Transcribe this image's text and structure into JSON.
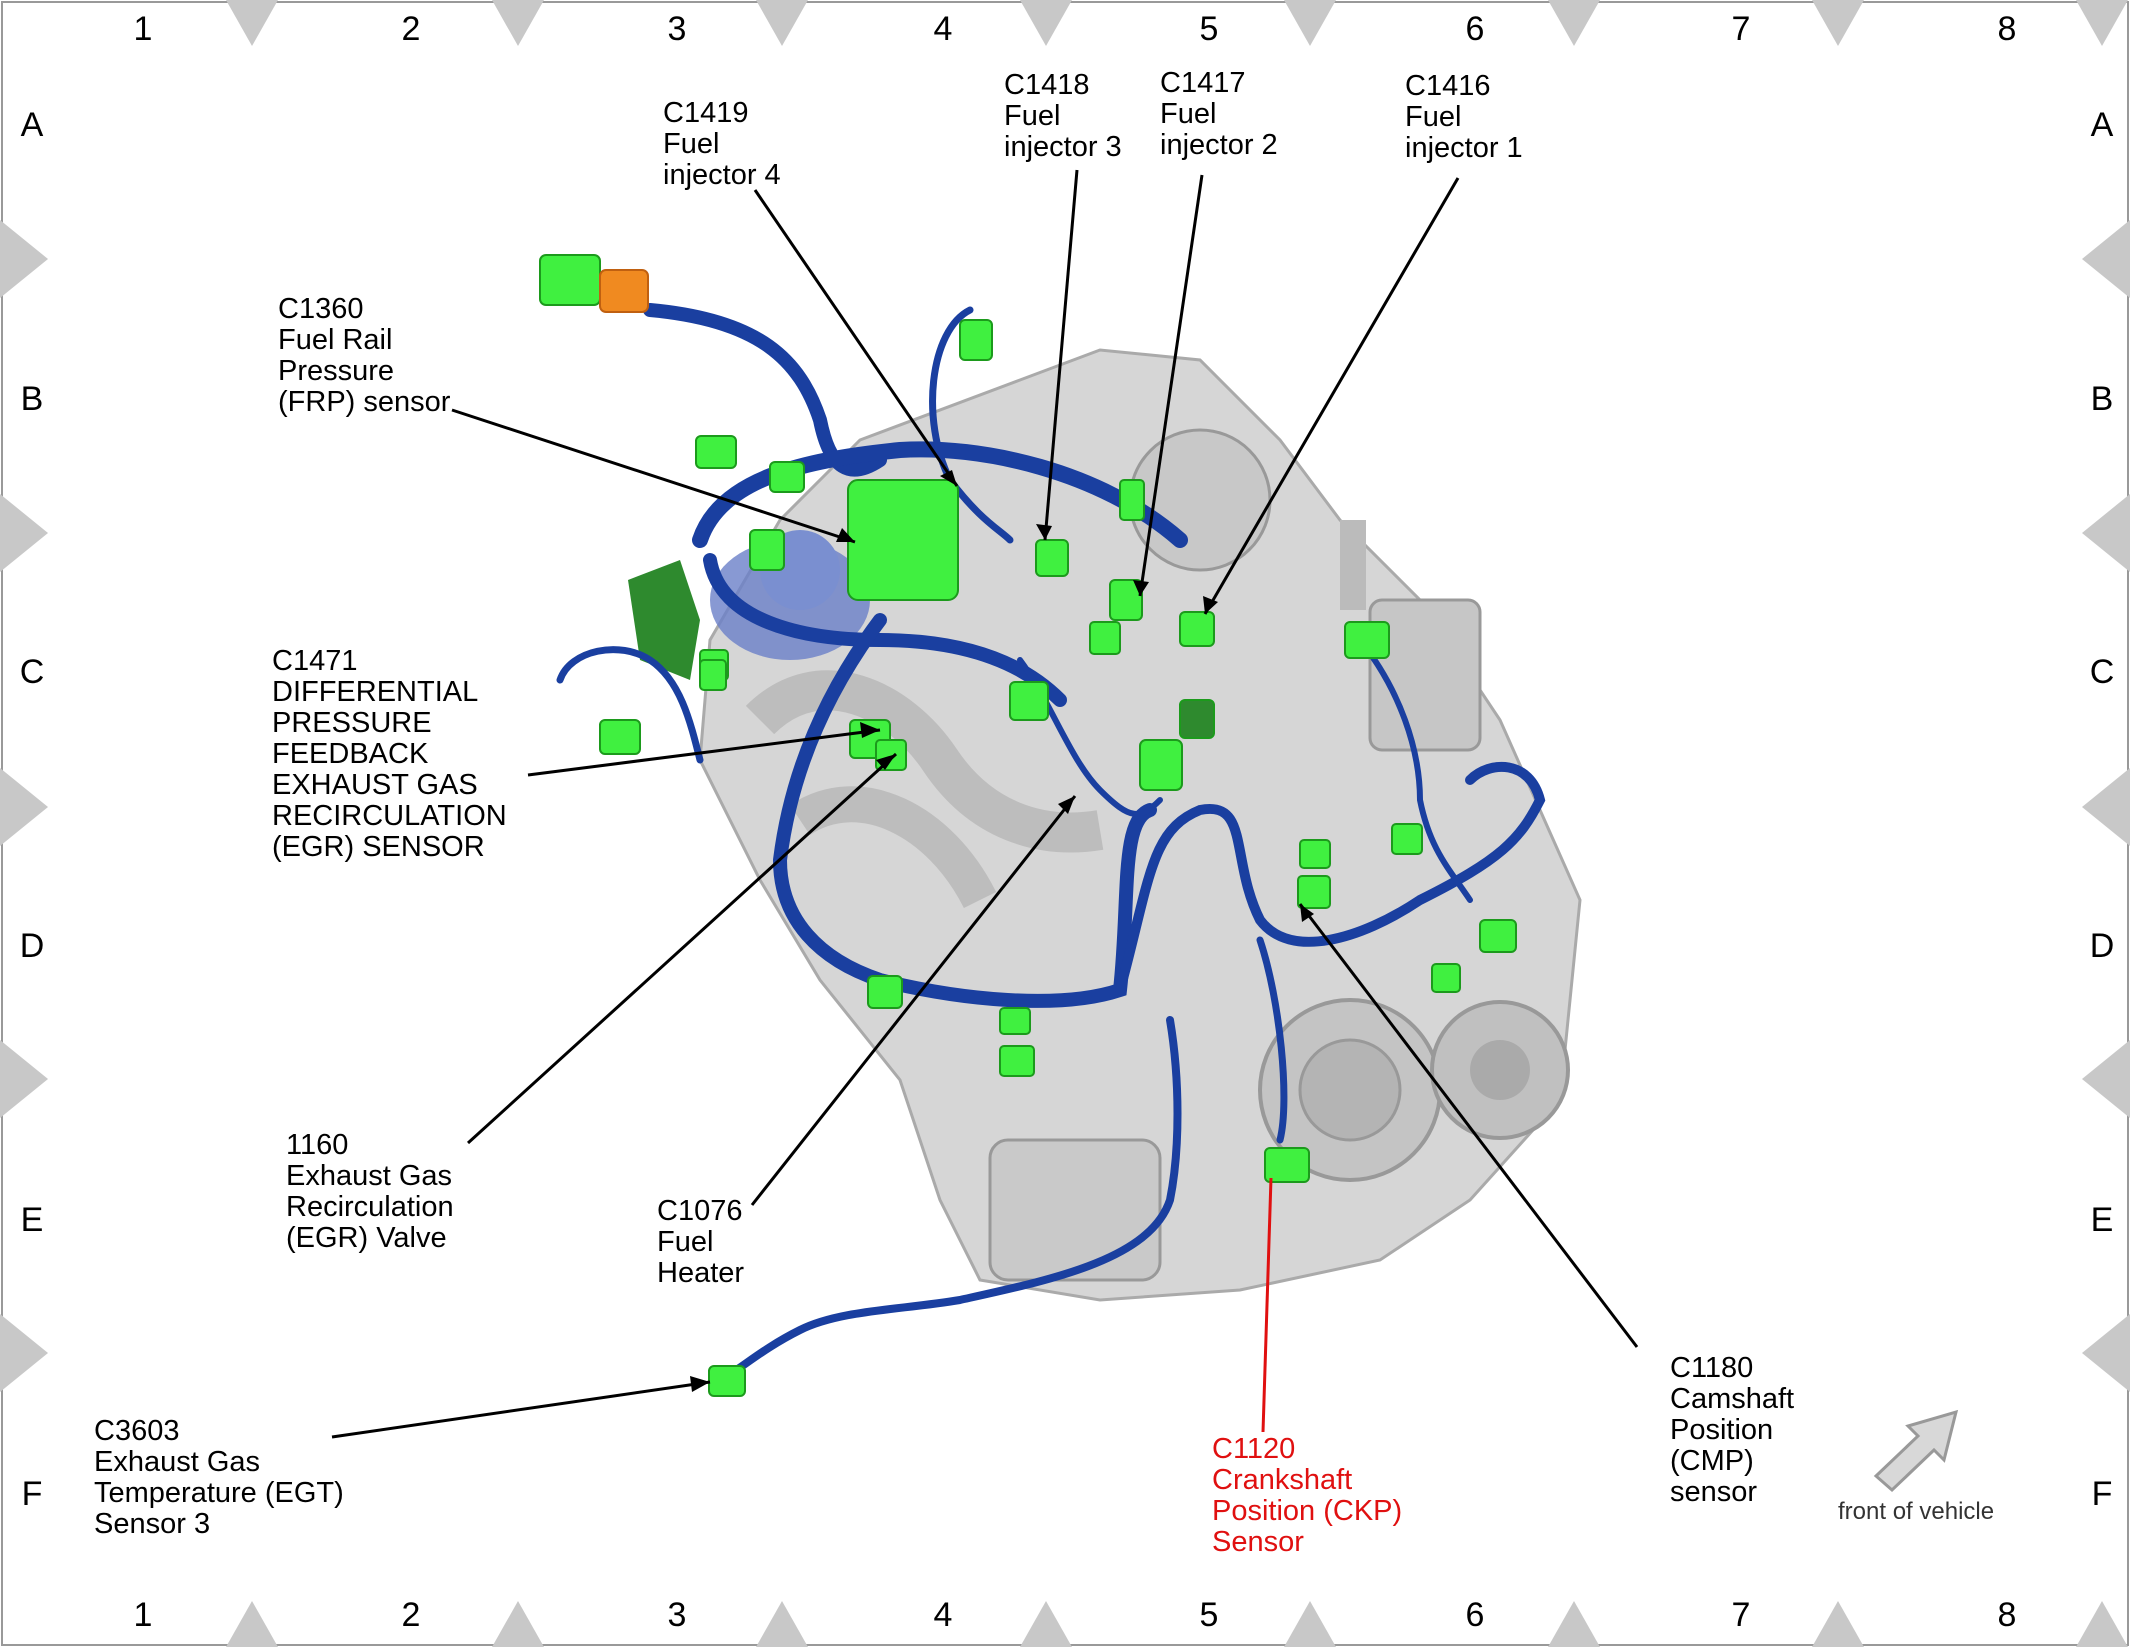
{
  "grid": {
    "columns": [
      "1",
      "2",
      "3",
      "4",
      "5",
      "6",
      "7",
      "8"
    ],
    "rows": [
      "A",
      "B",
      "C",
      "D",
      "E",
      "F"
    ]
  },
  "colors": {
    "harness": "#1a3fa0",
    "connector": "#40f040",
    "highlight_text": "#e01010",
    "engine": "#cfcfcf"
  },
  "callouts": [
    {
      "id": "c1419",
      "text": "C1419\nFuel\ninjector 4"
    },
    {
      "id": "c1418",
      "text": "C1418\nFuel\ninjector 3"
    },
    {
      "id": "c1417",
      "text": "C1417\nFuel\ninjector 2"
    },
    {
      "id": "c1416",
      "text": "C1416\nFuel\ninjector 1"
    },
    {
      "id": "c1360",
      "text": "C1360\nFuel Rail\nPressure\n(FRP) sensor"
    },
    {
      "id": "c1471",
      "text": "C1471\nDIFFERENTIAL\nPRESSURE\nFEEDBACK\nEXHAUST GAS\nRECIRCULATION\n(EGR) SENSOR"
    },
    {
      "id": "c1160",
      "text": "1160\nExhaust Gas\nRecirculation\n(EGR) Valve"
    },
    {
      "id": "c1076",
      "text": "C1076\nFuel\nHeater"
    },
    {
      "id": "c3603",
      "text": "C3603\nExhaust Gas\nTemperature (EGT)\nSensor 3"
    },
    {
      "id": "c1120",
      "text": "C1120\nCrankshaft\nPosition (CKP)\nSensor",
      "highlighted": true
    },
    {
      "id": "c1180",
      "text": "C1180\nCamshaft\nPosition\n(CMP)\nsensor"
    }
  ],
  "orientation": {
    "label": "front of vehicle",
    "icon": "arrow-icon"
  }
}
